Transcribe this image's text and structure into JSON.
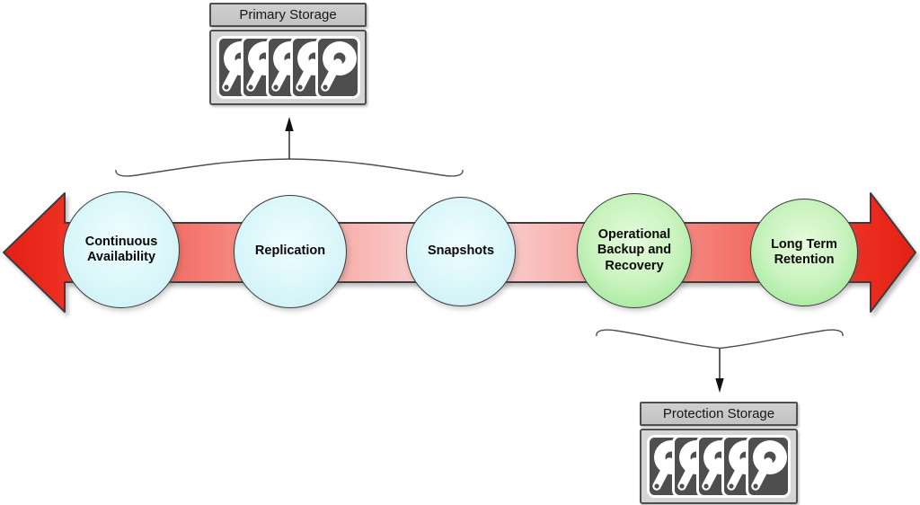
{
  "continuum": {
    "stages": [
      {
        "label": "Continuous Availability",
        "tier": "primary",
        "fill": "#d9f6fa"
      },
      {
        "label": "Replication",
        "tier": "primary",
        "fill": "#d9f6fa"
      },
      {
        "label": "Snapshots",
        "tier": "primary",
        "fill": "#d9f6fa"
      },
      {
        "label": "Operational Backup and Recovery",
        "tier": "protection",
        "fill": "#b3efab"
      },
      {
        "label": "Long Term Retention",
        "tier": "protection",
        "fill": "#b3efab"
      }
    ],
    "arrow": {
      "style": "double-headed",
      "color_strong": "#e32015",
      "color_mid": "#f5867e",
      "color_pale": "#f9dcdc",
      "outline": "#3c3c3c"
    }
  },
  "storage": {
    "primary": {
      "label": "Primary Storage",
      "icon": "hard-disk-icon",
      "disk_count": 5,
      "covers_stages": [
        "Continuous Availability",
        "Replication",
        "Snapshots"
      ]
    },
    "protection": {
      "label": "Protection Storage",
      "icon": "hard-disk-icon",
      "disk_count": 5,
      "covers_stages": [
        "Operational Backup and Recovery",
        "Long Term Retention"
      ]
    }
  },
  "palette": {
    "circle_cyan": "#d9f6fa",
    "circle_green": "#a8eba0",
    "box_gray": "#c9c9c9",
    "tray_gray": "#d5d5d5",
    "disk_dark": "#4e4e4e",
    "connector_line": "#444444",
    "background": "#ffffff"
  }
}
